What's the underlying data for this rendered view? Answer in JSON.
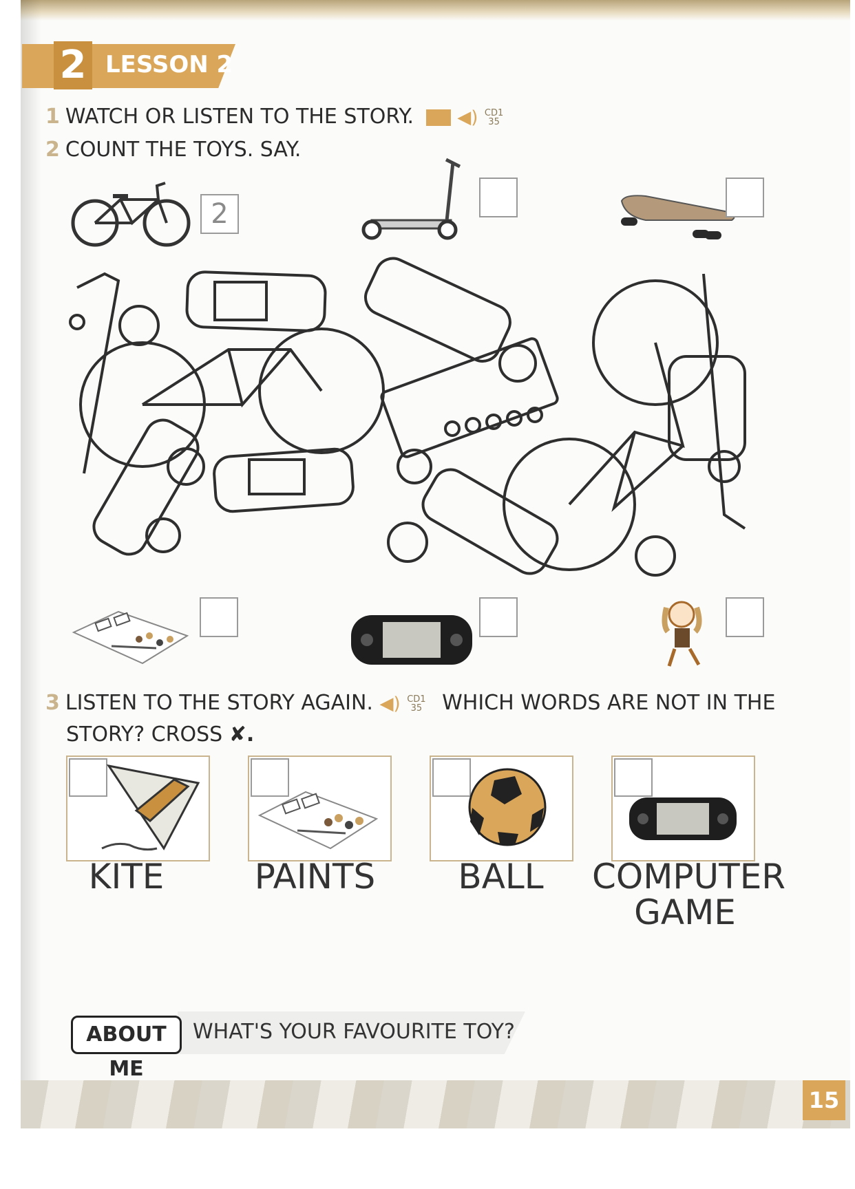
{
  "lesson": {
    "number": "2",
    "title": "LESSON 2"
  },
  "activity1": {
    "number": "1",
    "text": "WATCH OR LISTEN TO THE STORY.",
    "cd_label": "CD1",
    "track": "35"
  },
  "activity2": {
    "number": "2",
    "text": "COUNT THE TOYS. SAY.",
    "example_answer": "2"
  },
  "activity3": {
    "number": "3",
    "text_part1": "LISTEN TO THE STORY AGAIN.",
    "cd_label": "CD1",
    "track": "35",
    "text_part2": "WHICH WORDS ARE NOT IN THE",
    "text_line2": "STORY? CROSS",
    "cross_symbol": "✘."
  },
  "words": {
    "kite": "KITE",
    "paints": "PAINTS",
    "ball": "BALL",
    "computer_game_line1": "COMPUTER",
    "computer_game_line2": "GAME"
  },
  "about_me": {
    "badge": "ABOUT ME",
    "question": "WHAT'S YOUR FAVOURITE TOY?"
  },
  "page_number": "15",
  "colors": {
    "accent": "#d9a65a",
    "accent_dark": "#c9913f"
  }
}
